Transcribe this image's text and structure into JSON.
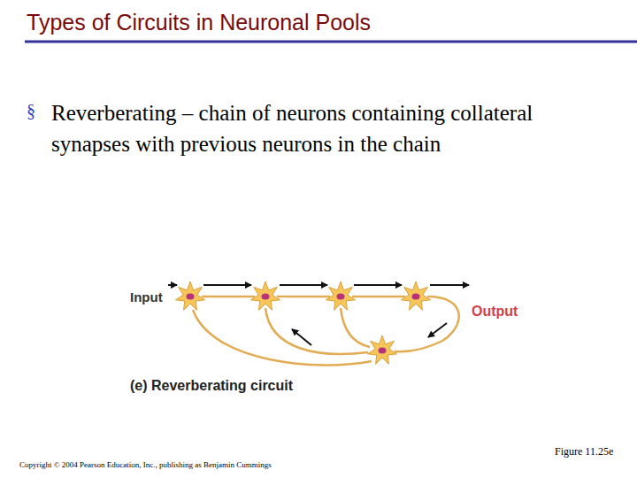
{
  "diagram": {
    "title": "Types of Circuits in Neuronal Pools",
    "caption": "(e) Reverberating circuit",
    "labels": [
      "§",
      "Reverberating – chain of neurons containing collateral synapses with previous neurons in the chain",
      "Input",
      "Output",
      "Figure 11.25e",
      "Copyright © 2004 Pearson Education, Inc., publishing as Benjamin Cummings"
    ]
  }
}
